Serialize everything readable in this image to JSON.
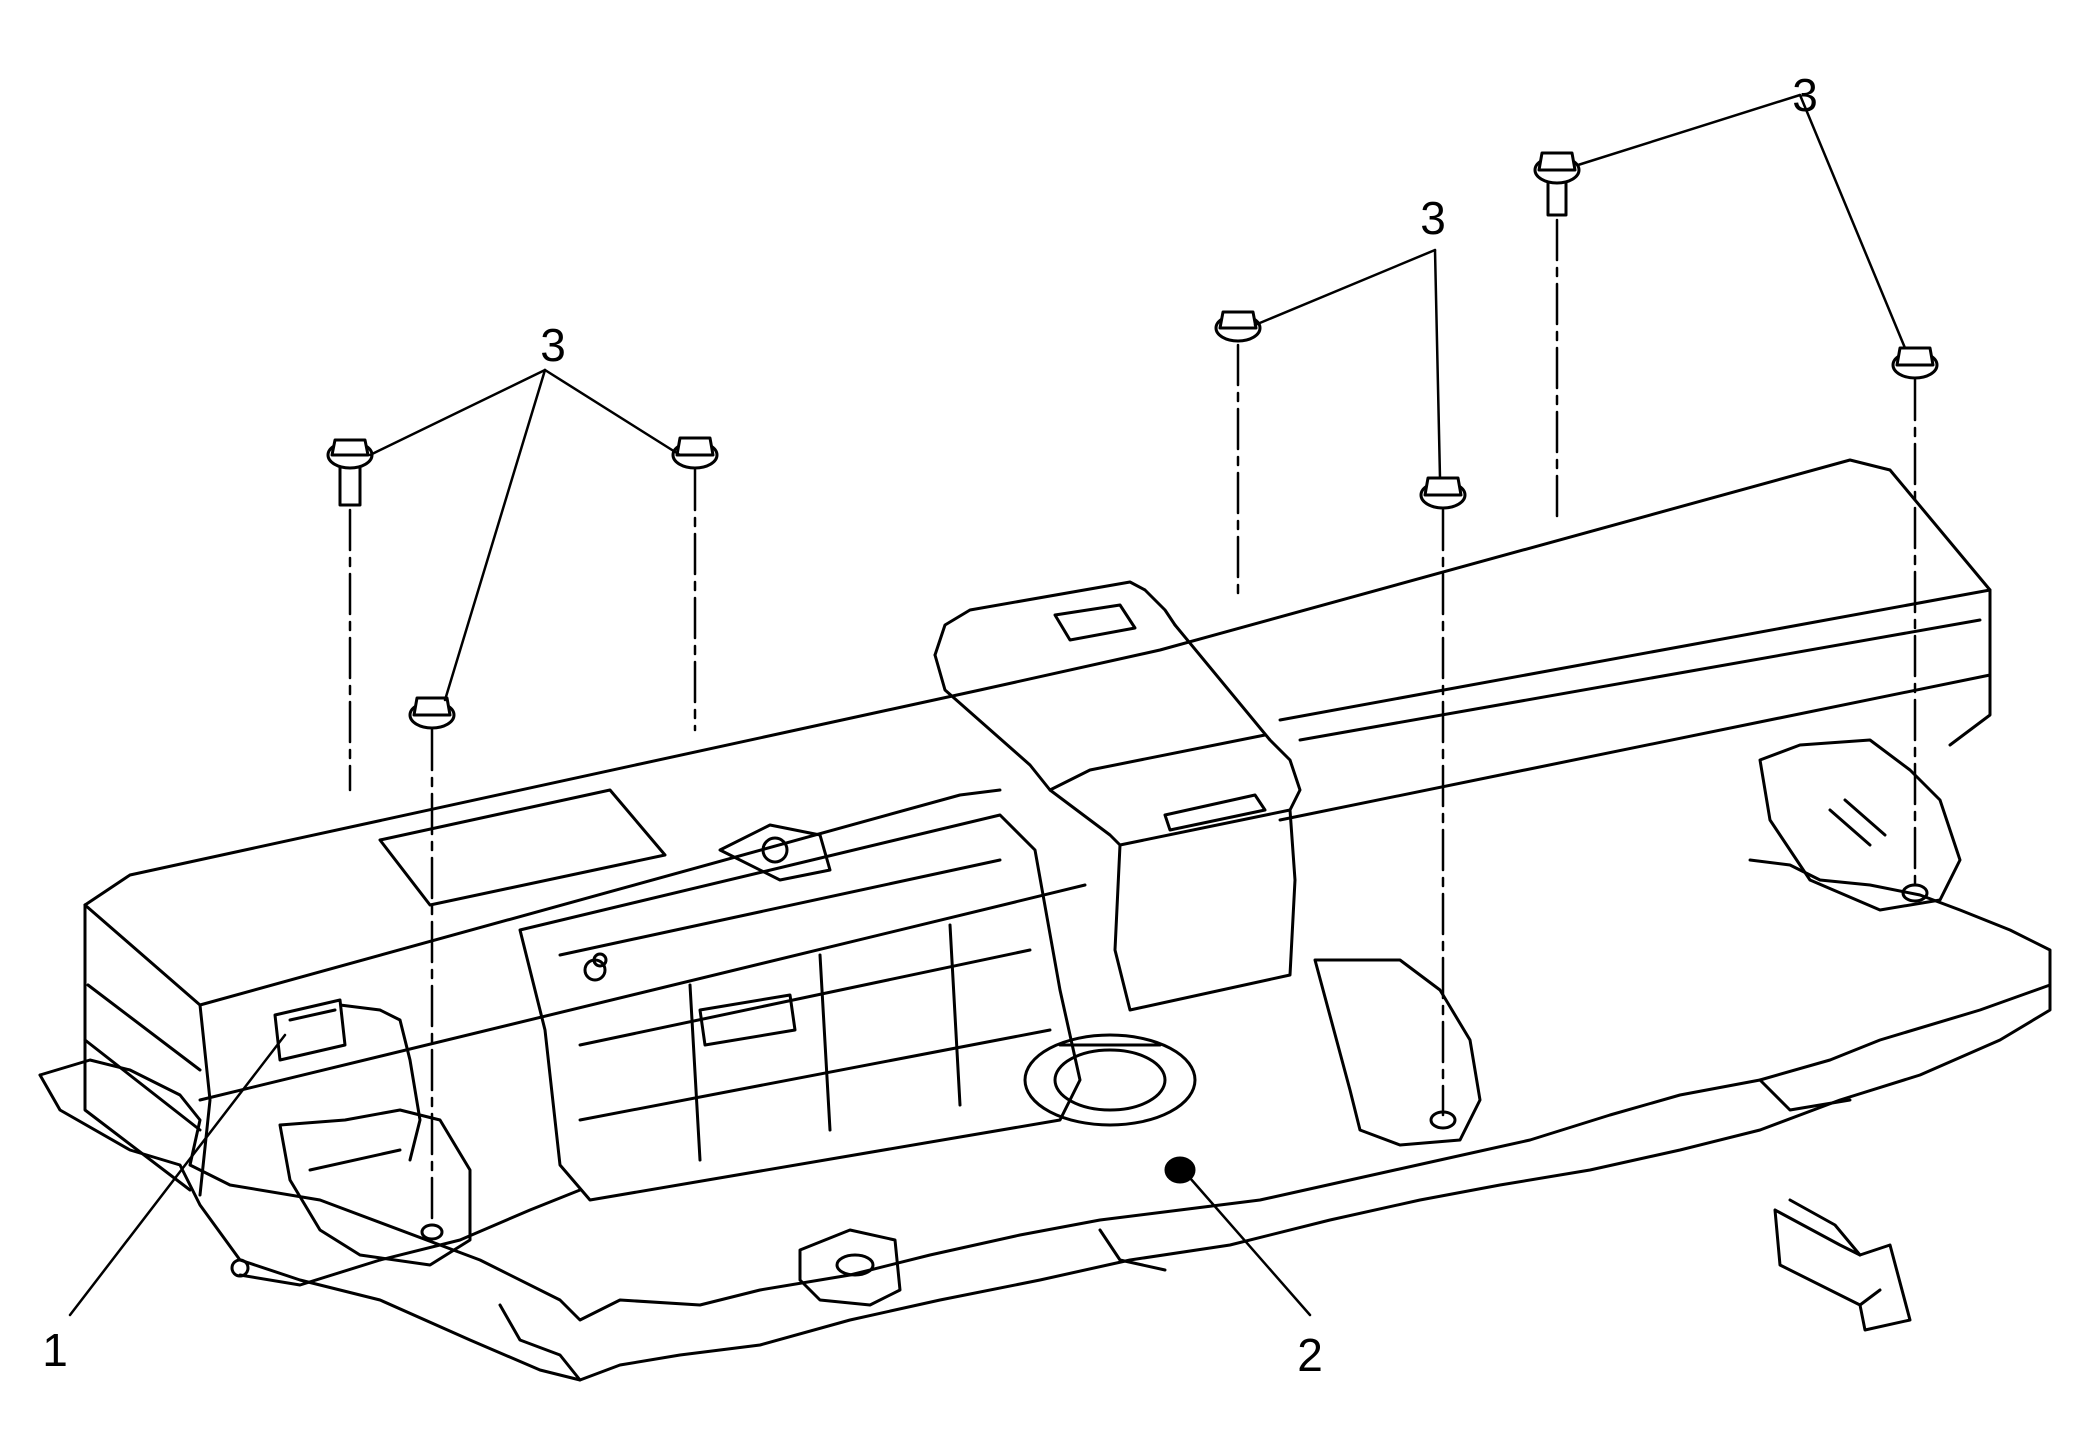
{
  "diagram": {
    "callouts": [
      {
        "id": "c1",
        "label": "1"
      },
      {
        "id": "c2",
        "label": "2"
      },
      {
        "id": "c3a",
        "label": "3"
      },
      {
        "id": "c3b",
        "label": "3"
      },
      {
        "id": "c3c",
        "label": "3"
      }
    ],
    "direction_arrow_icon": "front-direction-arrow-icon"
  }
}
